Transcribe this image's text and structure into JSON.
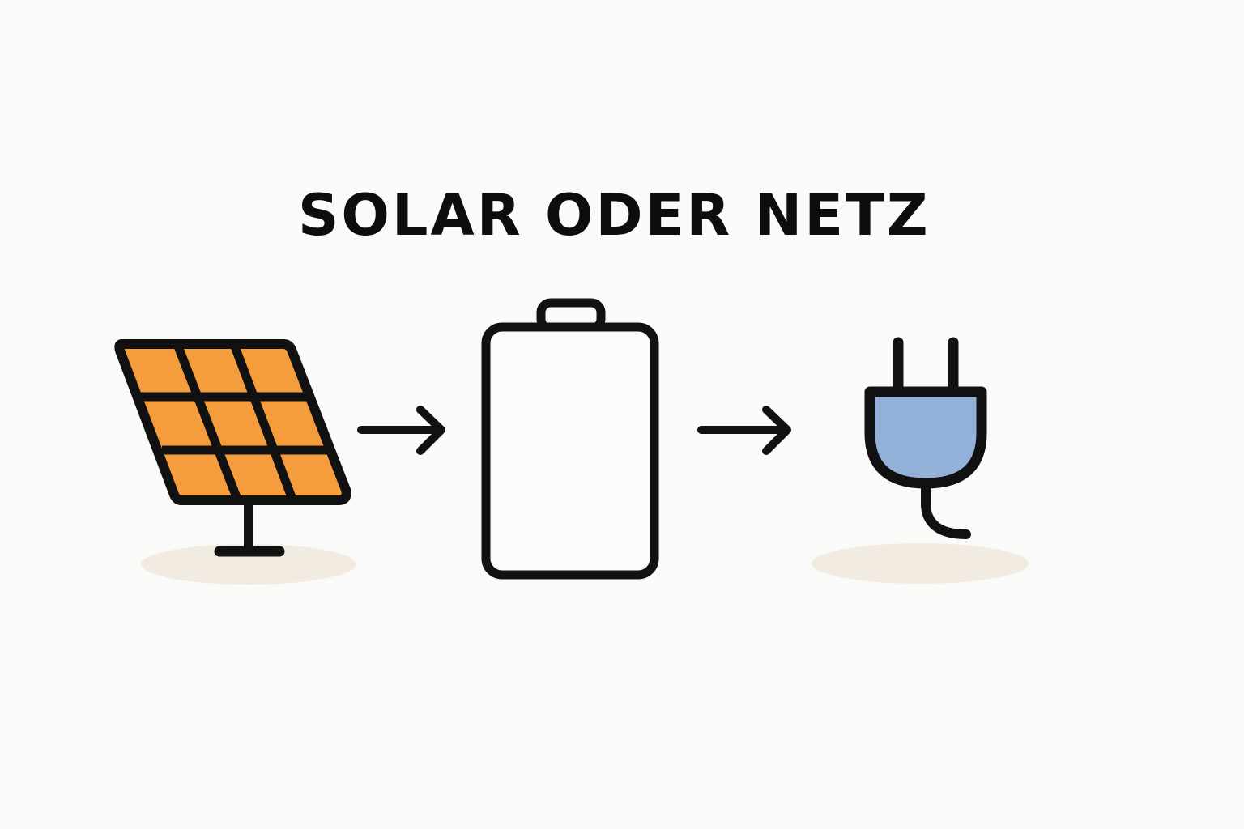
{
  "title": "SOLAR ODER NETZ",
  "colors": {
    "background": "#fafaf8",
    "stroke": "#111111",
    "solar_cell": "#f59d3d",
    "plug_fill": "#93b1d9",
    "shadow": "#f2ebe1"
  },
  "nodes": [
    {
      "id": "solar-panel",
      "icon": "solar-panel-icon"
    },
    {
      "id": "battery",
      "icon": "battery-icon"
    },
    {
      "id": "power-plug",
      "icon": "power-plug-icon"
    }
  ],
  "edges": [
    {
      "from": "solar-panel",
      "to": "battery",
      "icon": "arrow-right-icon"
    },
    {
      "from": "battery",
      "to": "power-plug",
      "icon": "arrow-right-icon"
    }
  ]
}
